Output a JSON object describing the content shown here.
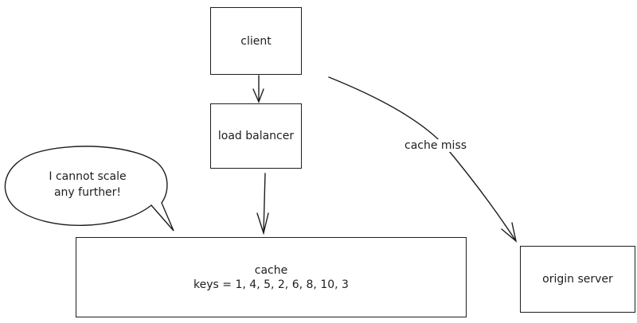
{
  "nodes": {
    "client": "client",
    "load_balancer": "load balancer",
    "cache_title": "cache",
    "cache_keys": "keys = 1, 4, 5, 2, 6, 8, 10, 3",
    "origin_server": "origin server"
  },
  "edges": {
    "cache_miss_label": "cache miss"
  },
  "callout": {
    "line1": "I cannot scale",
    "line2": "any further!"
  },
  "colors": {
    "stroke": "#1e1e1e",
    "background": "#ffffff"
  }
}
